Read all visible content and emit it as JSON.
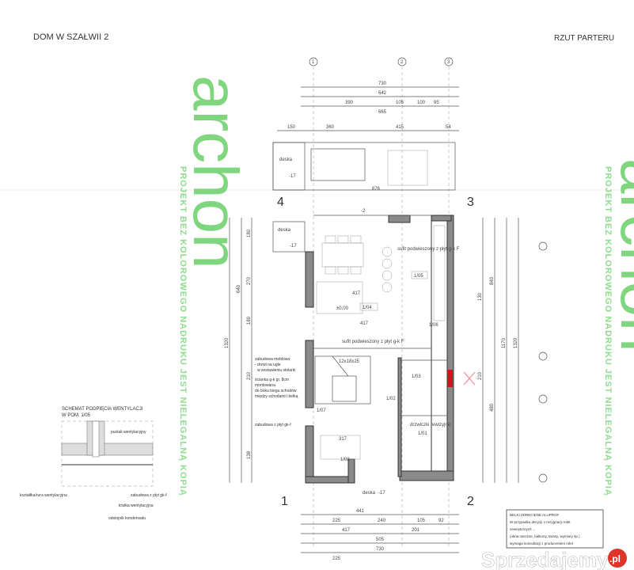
{
  "header": {
    "title_left": "DOM W SZAŁWII 2",
    "title_right": "RZUT PARTERU"
  },
  "watermark": {
    "logo": "archon",
    "notice": "PROJEKT BEZ KOLOROWEGO NADRUKU JEST NIELEGALNĄ KOPIĄ",
    "site": "Sprzedajemy",
    "site_badge": ".pl"
  },
  "axes": {
    "top": [
      "1",
      "2",
      "3"
    ],
    "sections": [
      "1",
      "2",
      "3",
      "4"
    ]
  },
  "dimensions": {
    "top": [
      "730",
      "642",
      "390",
      "105",
      "100",
      "95",
      "665",
      "150",
      "360",
      "415",
      "54"
    ],
    "bottom": [
      "441",
      "225",
      "240",
      "105",
      "92",
      "417",
      "201",
      "505",
      "730",
      "225"
    ],
    "left": [
      "1320",
      "640",
      "180",
      "270",
      "180",
      "210",
      "138"
    ],
    "right": [
      "1320",
      "1170",
      "840",
      "480",
      "130",
      "210"
    ]
  },
  "rooms": [
    {
      "id": "1/01",
      "name": "drzwiczki rewizyjne"
    },
    {
      "id": "1/02",
      "name": ""
    },
    {
      "id": "1/03",
      "name": ""
    },
    {
      "id": "1/04",
      "name": "±0,00"
    },
    {
      "id": "1/05",
      "name": "sufit podwieszony z płyt g-k F"
    },
    {
      "id": "1/06",
      "name": ""
    },
    {
      "id": "1/07",
      "name": ""
    },
    {
      "id": "1/08",
      "name": ""
    }
  ],
  "annotations": {
    "terrace": "deska",
    "level_minus17": "-17",
    "level_minus2": "-2",
    "height_417": "417",
    "height_317": "317",
    "ceiling_note": "sufit podwieszony z płyt g-k F",
    "stair": "12x18x25",
    "inspection": "drzwiczki rewizyjne",
    "wall_note_1": "zabudowa meblowa",
    "wall_note_2": "- drzwi na ugle",
    "wall_note_3": "w zestawieniu stolarki",
    "wall_note_4": "ścianka g-k gr. 8cm",
    "wall_note_5": "montowana",
    "wall_note_6": "do boku biegu schodów",
    "wall_note_7": "między schodami i belką",
    "wall_note_8": "zabudowa z płyt gk-f",
    "dim_676": "676"
  },
  "ventilation": {
    "title": "SCHEMAT PODPIĘCIA WENTYLACJI",
    "subtitle": "W POM.   1/05",
    "labels": [
      "pustak wentylacyjny",
      "kształtka/rura wentylacyjna",
      "zabudowa z płyt gk-f",
      "kratka wentylacyjna",
      "odstojnik kondensatu"
    ]
  },
  "note_box": {
    "title": "BELKI ZDRECIENE ALUPROF",
    "lines": [
      "W przypadku decyzji o rezygnacji rolet",
      "zewnętrznych ...",
      "(okna narożne, balkony, tarasy, wymiary itp.)",
      "wymaga konsultacji z producentem rolet"
    ]
  }
}
